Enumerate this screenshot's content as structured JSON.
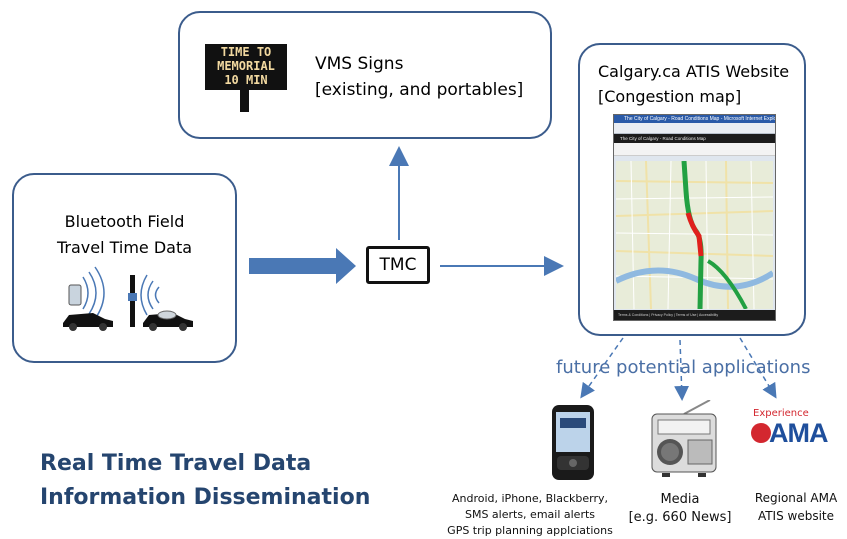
{
  "vms": {
    "sign_lines": [
      "TIME TO",
      "MEMORIAL",
      "10 MIN"
    ],
    "label_line1": "VMS Signs",
    "label_line2": "[existing, and portables]"
  },
  "bluetooth": {
    "label_line1": "Bluetooth Field",
    "label_line2": "Travel Time Data"
  },
  "tmc": {
    "label": "TMC"
  },
  "atis": {
    "label_line1": "Calgary.ca ATIS Website",
    "label_line2": "[Congestion map]",
    "screenshot": {
      "window_title": "The City of Calgary - Road Conditions Map - Microsoft Internet Explorer",
      "header": "The City of Calgary - Road Conditions Map",
      "footer": "Terms & Conditions  |  Privacy Policy  |  Terms of Use  |  Accessibility"
    }
  },
  "future_label": "future potential applications",
  "applications": {
    "mobile": {
      "lines": [
        "Android, iPhone, Blackberry,",
        "SMS alerts, email alerts",
        "GPS trip planning applciations"
      ]
    },
    "media": {
      "lines": [
        "Media",
        "[e.g. 660 News]"
      ]
    },
    "ama": {
      "logo_small": "Experience",
      "logo_text": "AMA",
      "lines": [
        "Regional AMA",
        "ATIS website"
      ]
    }
  },
  "title": {
    "line1": "Real Time Travel Data",
    "line2": "Information Dissemination"
  },
  "colors": {
    "box_border": "#3b5c8c",
    "arrow": "#4a78b5",
    "title": "#25456f",
    "congestion_red": "#e0201c",
    "flow_green": "#22a042"
  }
}
